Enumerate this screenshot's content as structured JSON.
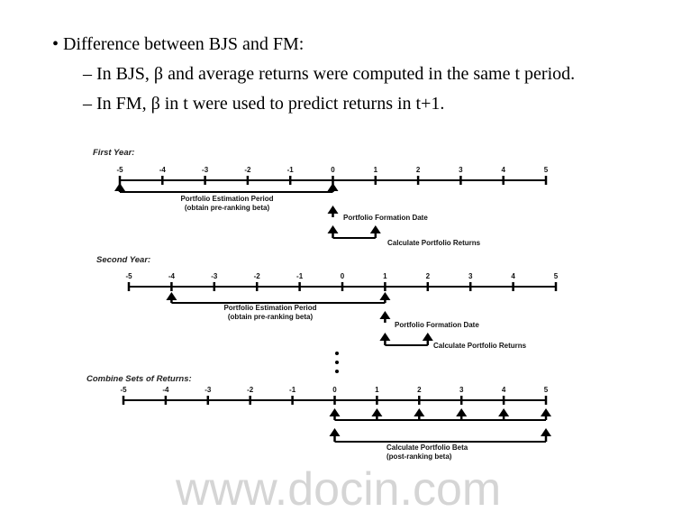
{
  "bullets": {
    "main": "• Difference between BJS and FM:",
    "sub": [
      "– In BJS, β and average returns were computed in the same t period.",
      "– In FM, β in t were used to predict returns in t+1."
    ]
  },
  "diagram": {
    "tick_labels": [
      "-5",
      "-4",
      "-3",
      "-2",
      "-1",
      "0",
      "1",
      "2",
      "3",
      "4",
      "5"
    ],
    "first_year": {
      "title": "First Year:",
      "estimation_line1": "Portfolio Estimation Period",
      "estimation_line2": "(obtain pre-ranking beta)",
      "formation": "Portfolio Formation Date",
      "returns": "Calculate Portfolio Returns"
    },
    "second_year": {
      "title": "Second Year:",
      "estimation_line1": "Portfolio Estimation Period",
      "estimation_line2": "(obtain pre-ranking beta)",
      "formation": "Portfolio Formation Date",
      "returns": "Calculate Portfolio Returns"
    },
    "combine": {
      "title": "Combine Sets of Returns:",
      "beta_line1": "Calculate Portfolio Beta",
      "beta_line2": "(post-ranking beta)"
    },
    "watermark": "www.docin.com"
  }
}
